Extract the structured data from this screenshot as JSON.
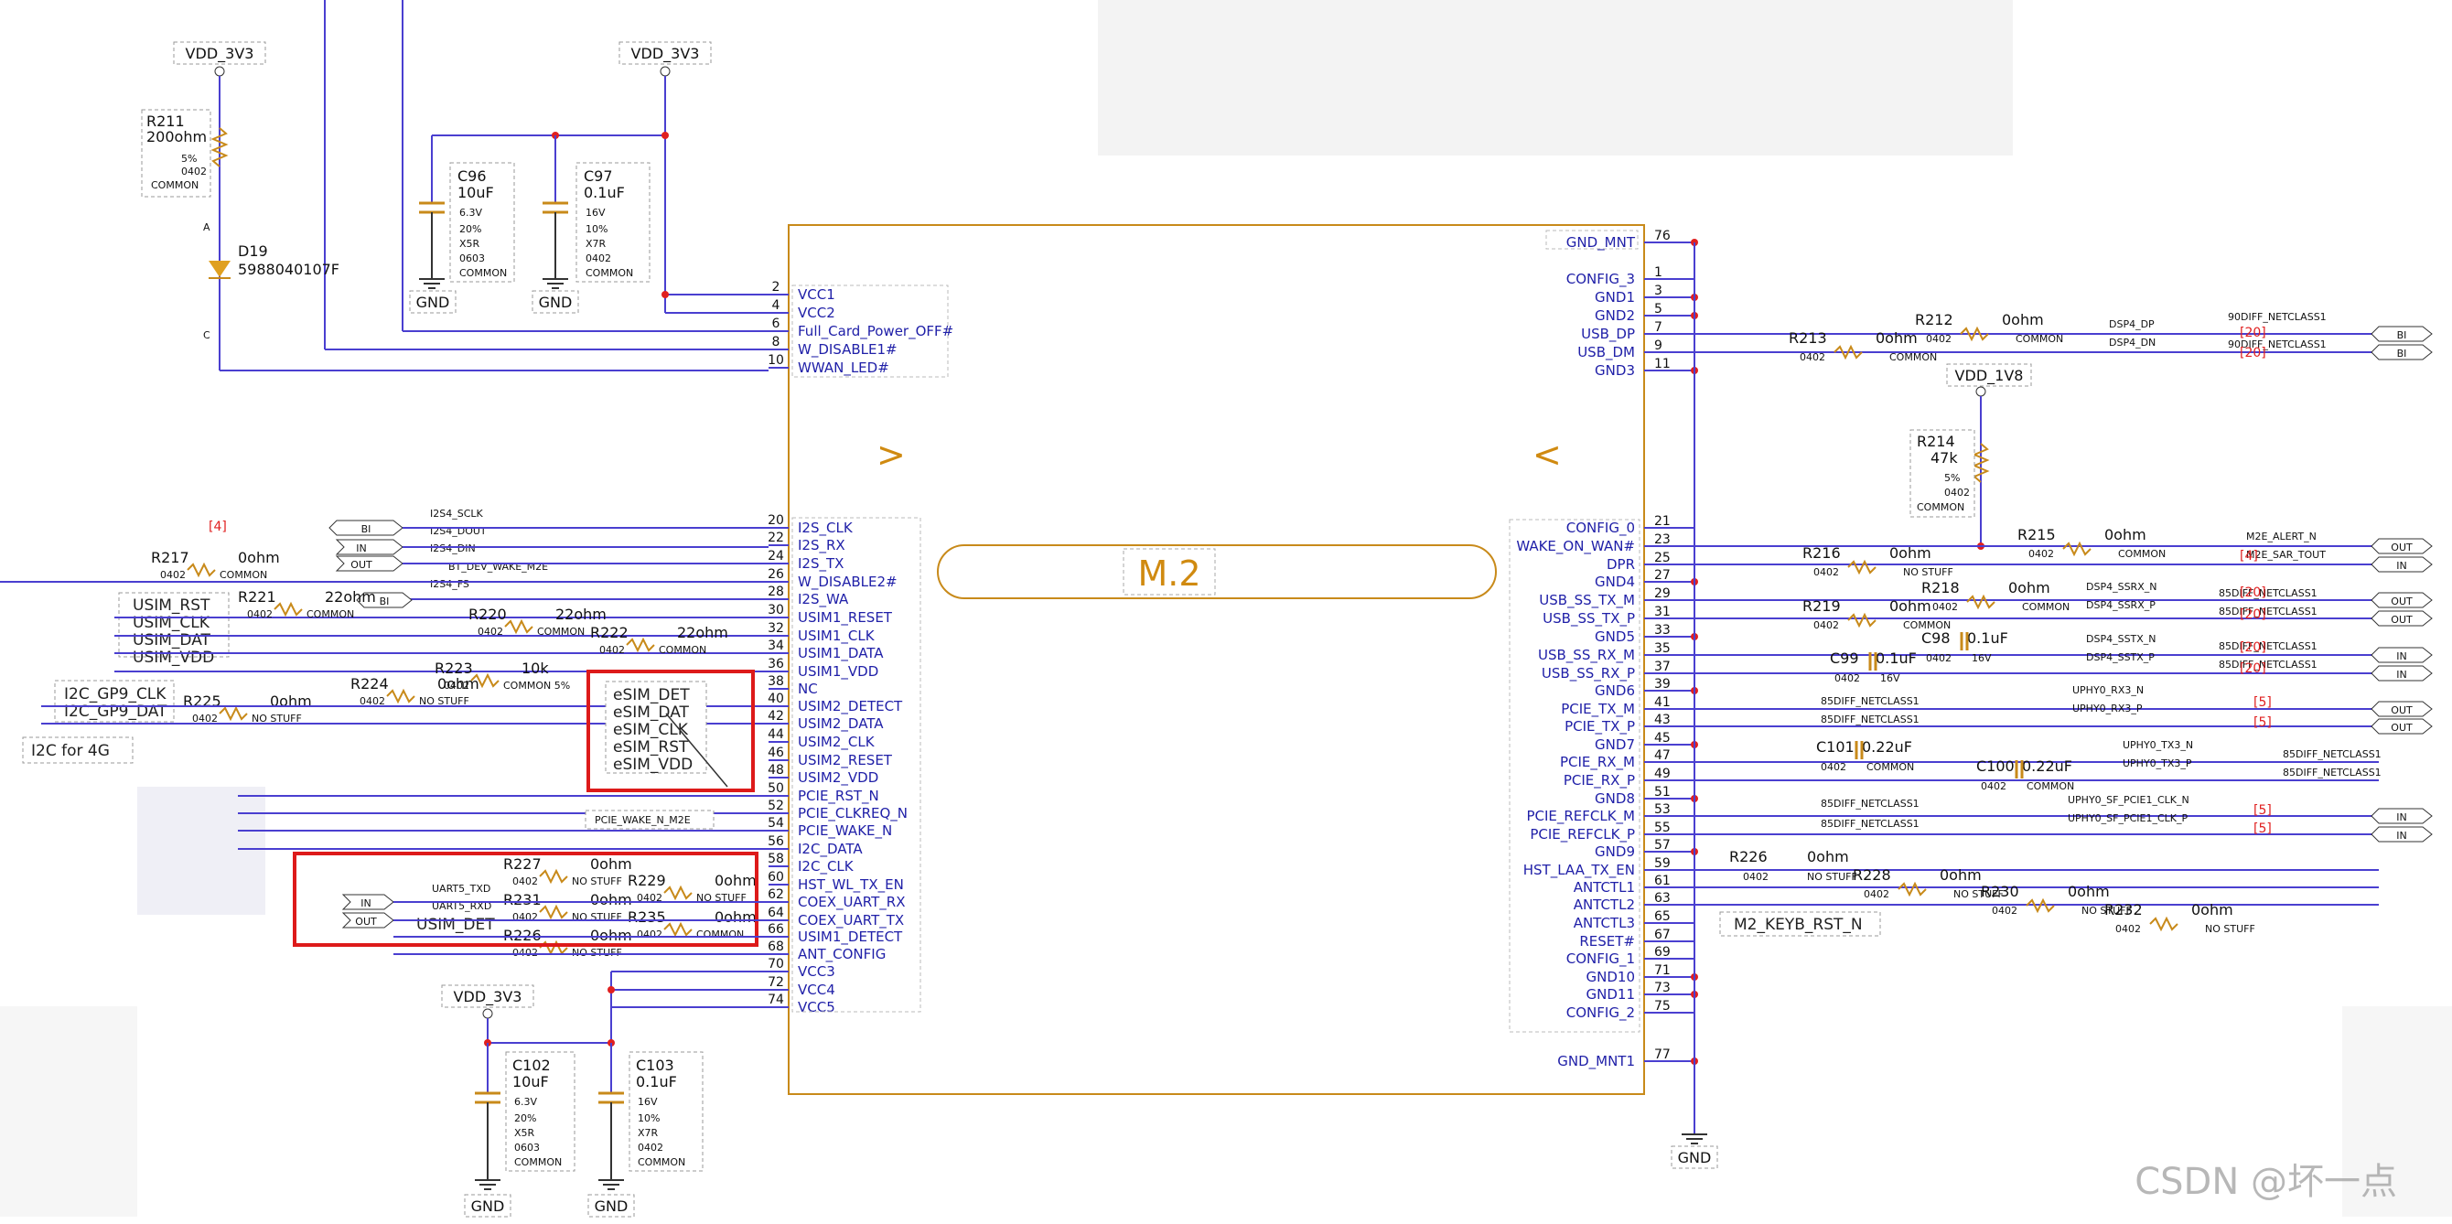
{
  "colors": {
    "wire": "#4a3fd0",
    "box": "#c88a1a",
    "junction": "#e02020",
    "gnd": "#333333",
    "label": "#2020a8",
    "marker": "#e02020"
  },
  "module": {
    "title": "M.2"
  },
  "watermark": "CSDN @坏一点",
  "power": {
    "vdd3v3": "VDD_3V3",
    "vdd1v8": "VDD_1V8",
    "gnd": "GND"
  },
  "left_pins": [
    {
      "n": "2",
      "name": "VCC1"
    },
    {
      "n": "4",
      "name": "VCC2"
    },
    {
      "n": "6",
      "name": "Full_Card_Power_OFF#"
    },
    {
      "n": "8",
      "name": "W_DISABLE1#"
    },
    {
      "n": "10",
      "name": "WWAN_LED#"
    },
    {
      "n": "20",
      "name": "I2S_CLK"
    },
    {
      "n": "22",
      "name": "I2S_RX"
    },
    {
      "n": "24",
      "name": "I2S_TX"
    },
    {
      "n": "26",
      "name": "W_DISABLE2#"
    },
    {
      "n": "28",
      "name": "I2S_WA"
    },
    {
      "n": "30",
      "name": "USIM1_RESET"
    },
    {
      "n": "32",
      "name": "USIM1_CLK"
    },
    {
      "n": "34",
      "name": "USIM1_DATA"
    },
    {
      "n": "36",
      "name": "USIM1_VDD"
    },
    {
      "n": "38",
      "name": "NC"
    },
    {
      "n": "40",
      "name": "USIM2_DETECT"
    },
    {
      "n": "42",
      "name": "USIM2_DATA"
    },
    {
      "n": "44",
      "name": "USIM2_CLK"
    },
    {
      "n": "46",
      "name": "USIM2_RESET"
    },
    {
      "n": "48",
      "name": "USIM2_VDD"
    },
    {
      "n": "50",
      "name": "PCIE_RST_N"
    },
    {
      "n": "52",
      "name": "PCIE_CLKREQ_N"
    },
    {
      "n": "54",
      "name": "PCIE_WAKE_N"
    },
    {
      "n": "56",
      "name": "I2C_DATA"
    },
    {
      "n": "58",
      "name": "I2C_CLK"
    },
    {
      "n": "60",
      "name": "HST_WL_TX_EN"
    },
    {
      "n": "62",
      "name": "COEX_UART_RX"
    },
    {
      "n": "64",
      "name": "COEX_UART_TX"
    },
    {
      "n": "66",
      "name": "USIM1_DETECT"
    },
    {
      "n": "68",
      "name": "ANT_CONFIG"
    },
    {
      "n": "70",
      "name": "VCC3"
    },
    {
      "n": "72",
      "name": "VCC4"
    },
    {
      "n": "74",
      "name": "VCC5"
    }
  ],
  "right_pins": [
    {
      "n": "76",
      "name": "GND_MNT"
    },
    {
      "n": "1",
      "name": "CONFIG_3"
    },
    {
      "n": "3",
      "name": "GND1"
    },
    {
      "n": "5",
      "name": "GND2"
    },
    {
      "n": "7",
      "name": "USB_DP"
    },
    {
      "n": "9",
      "name": "USB_DM"
    },
    {
      "n": "11",
      "name": "GND3"
    },
    {
      "n": "21",
      "name": "CONFIG_0"
    },
    {
      "n": "23",
      "name": "WAKE_ON_WAN#"
    },
    {
      "n": "25",
      "name": "DPR"
    },
    {
      "n": "27",
      "name": "GND4"
    },
    {
      "n": "29",
      "name": "USB_SS_TX_M"
    },
    {
      "n": "31",
      "name": "USB_SS_TX_P"
    },
    {
      "n": "33",
      "name": "GND5"
    },
    {
      "n": "35",
      "name": "USB_SS_RX_M"
    },
    {
      "n": "37",
      "name": "USB_SS_RX_P"
    },
    {
      "n": "39",
      "name": "GND6"
    },
    {
      "n": "41",
      "name": "PCIE_TX_M"
    },
    {
      "n": "43",
      "name": "PCIE_TX_P"
    },
    {
      "n": "45",
      "name": "GND7"
    },
    {
      "n": "47",
      "name": "PCIE_RX_M"
    },
    {
      "n": "49",
      "name": "PCIE_RX_P"
    },
    {
      "n": "51",
      "name": "GND8"
    },
    {
      "n": "53",
      "name": "PCIE_REFCLK_M"
    },
    {
      "n": "55",
      "name": "PCIE_REFCLK_P"
    },
    {
      "n": "57",
      "name": "GND9"
    },
    {
      "n": "59",
      "name": "HST_LAA_TX_EN"
    },
    {
      "n": "61",
      "name": "ANTCTL1"
    },
    {
      "n": "63",
      "name": "ANTCTL2"
    },
    {
      "n": "65",
      "name": "ANTCTL3"
    },
    {
      "n": "67",
      "name": "RESET#"
    },
    {
      "n": "69",
      "name": "CONFIG_1"
    },
    {
      "n": "71",
      "name": "GND10"
    },
    {
      "n": "73",
      "name": "GND11"
    },
    {
      "n": "75",
      "name": "CONFIG_2"
    },
    {
      "n": "77",
      "name": "GND_MNT1"
    }
  ],
  "esim": [
    "eSIM_DET",
    "eSIM_DAT",
    "eSIM_CLK",
    "eSIM_RST",
    "eSIM_VDD"
  ],
  "usim_nets": [
    "USIM_RST",
    "USIM_CLK",
    "USIM_DAT",
    "USIM_VDD"
  ],
  "i2c": {
    "clk": "I2C_GP9_CLK",
    "dat": "I2C_GP9_DAT",
    "note": "I2C for 4G"
  },
  "uart": {
    "usim_det": "USIM_DET",
    "txd": "UART5_TXD",
    "rxd": "UART5_RXD",
    "pcie_wake": "PCIE_WAKE_N_M2E",
    "keyb": "M2_KEYB_RST_N"
  },
  "i2s": {
    "sclk": "I2S4_SCLK",
    "dout": "I2S4_DOUT",
    "din": "I2S4_DIN",
    "fs": "I2S4_FS",
    "wake": "BT_DEV_WAKE_M2E"
  },
  "ports": {
    "bi": "BI",
    "in": "IN",
    "out": "OUT"
  },
  "r211": {
    "ref": "R211",
    "val": "200ohm",
    "tol": "5%",
    "pkg": "0402",
    "cls": "COMMON"
  },
  "d19": {
    "ref": "D19",
    "pn": "5988040107F",
    "a": "A",
    "c": "C"
  },
  "c96": {
    "ref": "C96",
    "val": "10uF",
    "v": "6.3V",
    "tol": "20%",
    "die": "X5R",
    "pkg": "0603",
    "cls": "COMMON"
  },
  "c97": {
    "ref": "C97",
    "val": "0.1uF",
    "v": "16V",
    "tol": "10%",
    "die": "X7R",
    "pkg": "0402",
    "cls": "COMMON"
  },
  "c102": {
    "ref": "C102",
    "val": "10uF",
    "v": "6.3V",
    "tol": "20%",
    "die": "X5R",
    "pkg": "0603",
    "cls": "COMMON"
  },
  "c103": {
    "ref": "C103",
    "val": "0.1uF",
    "v": "16V",
    "tol": "10%",
    "die": "X7R",
    "pkg": "0402",
    "cls": "COMMON"
  },
  "r214": {
    "ref": "R214",
    "val": "47k",
    "tol": "5%",
    "pkg": "0402",
    "cls": "COMMON"
  },
  "res": [
    {
      "ref": "R217",
      "val": "0ohm",
      "pkg": "0402",
      "cls": "COMMON"
    },
    {
      "ref": "R221",
      "val": "22ohm",
      "pkg": "0402",
      "cls": "COMMON"
    },
    {
      "ref": "R220",
      "val": "22ohm",
      "pkg": "0402",
      "cls": "COMMON"
    },
    {
      "ref": "R222",
      "val": "22ohm",
      "pkg": "0402",
      "cls": "COMMON"
    },
    {
      "ref": "R223",
      "val": "10k",
      "pkg": "0402",
      "cls": "COMMON 5%"
    },
    {
      "ref": "R224",
      "val": "0ohm",
      "pkg": "0402",
      "cls": "NO STUFF"
    },
    {
      "ref": "R225",
      "val": "0ohm",
      "pkg": "0402",
      "cls": "NO STUFF"
    },
    {
      "ref": "R227",
      "val": "0ohm",
      "pkg": "0402",
      "cls": "NO STUFF"
    },
    {
      "ref": "R229",
      "val": "0ohm",
      "pkg": "0402",
      "cls": "NO STUFF"
    },
    {
      "ref": "R231",
      "val": "0ohm",
      "pkg": "0402",
      "cls": "NO STUFF"
    },
    {
      "ref": "R235",
      "val": "0ohm",
      "pkg": "0402",
      "cls": "COMMON"
    },
    {
      "ref": "R226",
      "val": "0ohm",
      "pkg": "0402",
      "cls": "NO STUFF"
    },
    {
      "ref": "R212",
      "val": "0ohm",
      "pkg": "0402",
      "cls": "COMMON"
    },
    {
      "ref": "R213",
      "val": "0ohm",
      "pkg": "0402",
      "cls": "COMMON"
    },
    {
      "ref": "R215",
      "val": "0ohm",
      "pkg": "0402",
      "cls": "COMMON"
    },
    {
      "ref": "R216",
      "val": "0ohm",
      "pkg": "0402",
      "cls": "NO STUFF"
    },
    {
      "ref": "R218",
      "val": "0ohm",
      "pkg": "0402",
      "cls": "COMMON"
    },
    {
      "ref": "R219",
      "val": "0ohm",
      "pkg": "0402",
      "cls": "COMMON"
    },
    {
      "ref": "R228",
      "val": "0ohm",
      "pkg": "0402",
      "cls": "NO STUFF"
    },
    {
      "ref": "R230",
      "val": "0ohm",
      "pkg": "0402",
      "cls": "NO STUFF"
    },
    {
      "ref": "R232",
      "val": "0ohm",
      "pkg": "0402",
      "cls": "NO STUFF"
    }
  ],
  "caps_r": [
    {
      "ref": "C98",
      "val": "0.1uF",
      "v": "16V",
      "pkg": "0402"
    },
    {
      "ref": "C99",
      "val": "0.1uF",
      "v": "16V",
      "pkg": "0402"
    },
    {
      "ref": "C101",
      "val": "0.22uF",
      "pkg": "0402",
      "cls": "COMMON"
    },
    {
      "ref": "C100",
      "val": "0.22uF",
      "pkg": "0402",
      "cls": "COMMON"
    }
  ],
  "right_nets": {
    "dsp4_dp": "DSP4_DP",
    "dsp4_dn": "DSP4_DN",
    "diff90": "90DIFF_NETCLASS1",
    "diff85": "85DIFF_NETCLASS1",
    "alert": "M2E_ALERT_N",
    "sar": "M2E_SAR_TOUT",
    "ssrx_n": "DSP4_SSRX_N",
    "ssrx_p": "DSP4_SSRX_P",
    "sstx_n": "DSP4_SSTX_N",
    "sstx_p": "DSP4_SSTX_P",
    "rx3_n": "UPHY0_RX3_N",
    "rx3_p": "UPHY0_RX3_P",
    "tx3_n": "UPHY0_TX3_N",
    "tx3_p": "UPHY0_TX3_P",
    "clk_n": "UPHY0_SF_PCIE1_CLK_N",
    "clk_p": "UPHY0_SF_PCIE1_CLK_P"
  },
  "refs": {
    "r4": "[4]",
    "r20": "[20]",
    "r5": "[5]"
  }
}
